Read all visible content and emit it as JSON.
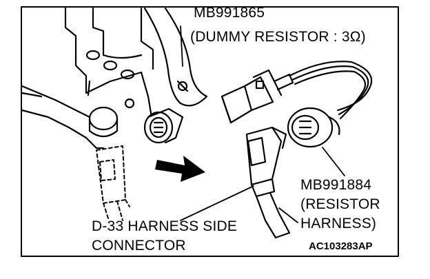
{
  "labels": {
    "dummy_resistor_part": "MB991865",
    "dummy_resistor_desc": "(DUMMY RESISTOR : 3Ω)",
    "resistor_harness_part": "MB991884",
    "resistor_harness_desc_1": "(RESISTOR",
    "resistor_harness_desc_2": "HARNESS)",
    "connector_line_1": "D-33  HARNESS SIDE",
    "connector_line_2": "CONNECTOR",
    "figure_code": "AC103283AP"
  },
  "colors": {
    "ink": "#000000",
    "paper": "#ffffff"
  }
}
